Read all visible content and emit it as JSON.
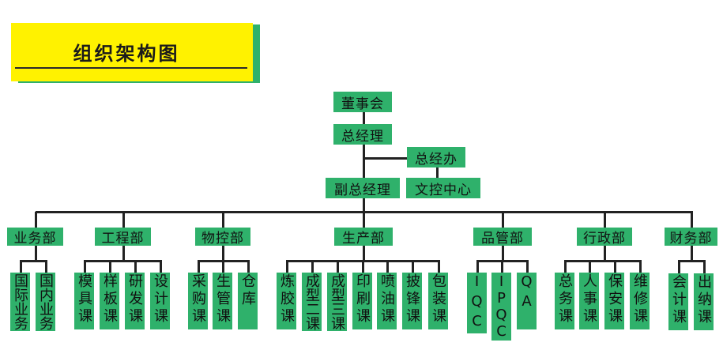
{
  "title": "组织架构图",
  "top": {
    "board": "董事会",
    "gm": "总经理",
    "gm_office": "总经办",
    "doc_center": "文控中心",
    "deputy_gm": "副总经理"
  },
  "departments": [
    {
      "name": "业务部",
      "units": [
        "国际业务",
        "国内业务"
      ]
    },
    {
      "name": "工程部",
      "units": [
        "模具课",
        "样板课",
        "研发课",
        "设计课"
      ]
    },
    {
      "name": "物控部",
      "units": [
        "采购课",
        "生管课",
        "仓库"
      ]
    },
    {
      "name": "生产部",
      "units": [
        "炼胶课",
        "成型二课",
        "成型三课",
        "印刷课",
        "喷油课",
        "披锋课",
        "包装课"
      ]
    },
    {
      "name": "品管部",
      "units": [
        "IQC",
        "IPQC",
        "QA"
      ]
    },
    {
      "name": "行政部",
      "units": [
        "总务课",
        "人事课",
        "保安课",
        "维修课"
      ]
    },
    {
      "name": "财务部",
      "units": [
        "会计课",
        "出纳课"
      ]
    }
  ],
  "colors": {
    "box": "#2fb16b",
    "title_bg": "#fff200",
    "line": "#222222"
  }
}
